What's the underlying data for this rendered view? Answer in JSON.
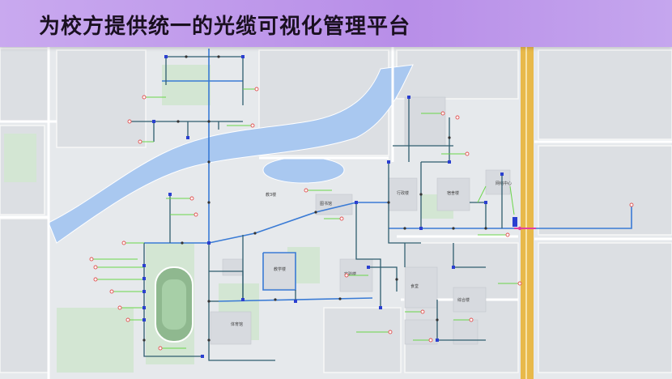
{
  "header": {
    "title": "为校方提供统一的光缆可视化管理平台"
  },
  "colors": {
    "banner": "#b88ee8",
    "road_major": "#e8b94a",
    "water": "#a9c8f0",
    "trunk_cable": "#3a7bd5",
    "branch_cable": "#2f5d6e",
    "drop_cable": "#6ad64a",
    "external_cable": "#e040a0",
    "node_red": "#e05050",
    "node_blue": "#2a3fd0"
  },
  "map_labels": [
    {
      "id": "building-1",
      "text": "教3楼"
    },
    {
      "id": "building-2",
      "text": "教学楼"
    },
    {
      "id": "building-3",
      "text": "实验楼"
    },
    {
      "id": "building-4",
      "text": "图书馆"
    },
    {
      "id": "building-5",
      "text": "体育馆"
    },
    {
      "id": "building-6",
      "text": "行政楼"
    },
    {
      "id": "building-7",
      "text": "宿舍楼"
    },
    {
      "id": "building-8",
      "text": "食堂"
    },
    {
      "id": "building-9",
      "text": "网络中心"
    },
    {
      "id": "building-10",
      "text": "综合楼"
    }
  ]
}
